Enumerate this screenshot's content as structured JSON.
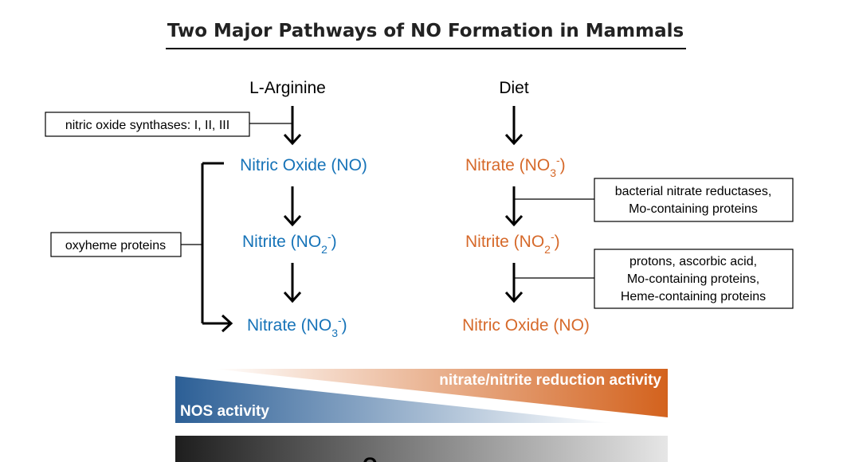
{
  "title": "Two Major Pathways of NO Formation in Mammals",
  "left_pathway": {
    "source": "L-Arginine",
    "step1": {
      "base": "Nitric Oxide (NO)"
    },
    "step2": {
      "base": "Nitrite (NO",
      "sub": "2",
      "sup": "-",
      "close": ")"
    },
    "step3": {
      "base": "Nitrate (NO",
      "sub": "3",
      "sup": "-",
      "close": ")"
    },
    "enzyme_box": "nitric oxide synthases: I, II, III",
    "side_box": "oxyheme proteins"
  },
  "right_pathway": {
    "source": "Diet",
    "step1": {
      "base": "Nitrate (NO",
      "sub": "3",
      "sup": "-",
      "close": ")"
    },
    "step2": {
      "base": "Nitrite (NO",
      "sub": "2",
      "sup": "-",
      "close": ")"
    },
    "step3": {
      "base": "Nitric Oxide (NO)"
    },
    "box1": [
      "bacterial nitrate reductases,",
      "Mo-containing proteins"
    ],
    "box2": [
      "protons, ascorbic acid,",
      "Mo-containing proteins,",
      "Heme-containing proteins"
    ]
  },
  "gradients": {
    "nos_label": "NOS activity",
    "reduction_label": "nitrate/nitrite reduction activity",
    "bottom_label_partial": "O",
    "colors": {
      "nos": "#2c5f96",
      "reduction": "#d3621d",
      "left_text": "#1673b8",
      "right_text": "#d6692a"
    }
  }
}
